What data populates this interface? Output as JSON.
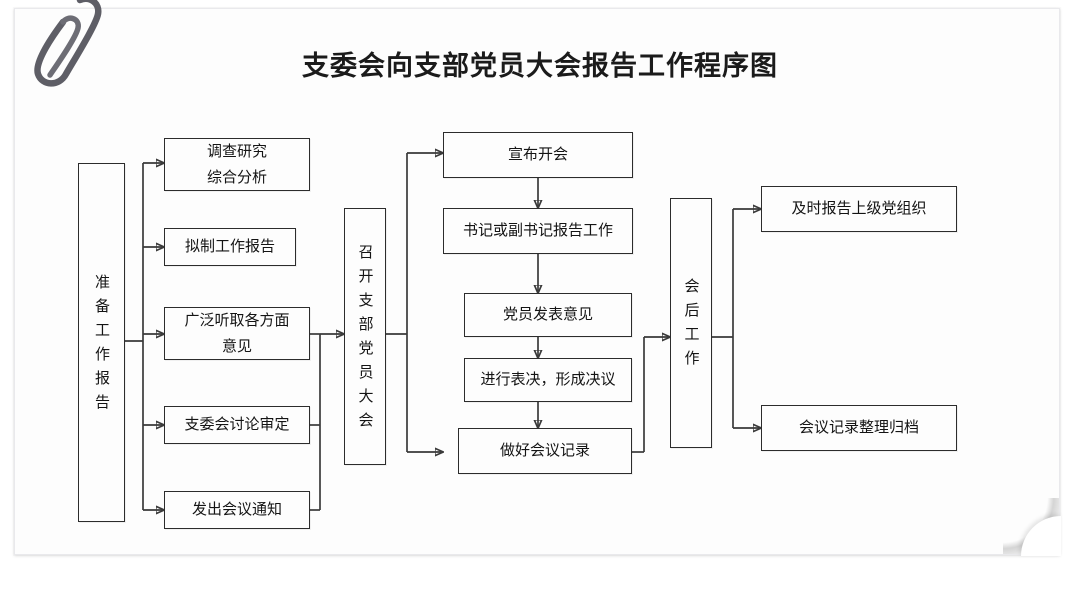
{
  "document": {
    "title": "支委会向支部党员大会报告工作程序图",
    "paperclip_icon": "paperclip-icon",
    "page_corner_icon": "page-curl-icon"
  },
  "colors": {
    "page_background": "#ffffff",
    "paper": "#fdfdfd",
    "node_border": "#2c2c2c",
    "connector": "#3a3a3a",
    "text": "#141414"
  },
  "chart_data": {
    "type": "diagram",
    "title": "支委会向支部党员大会报告工作程序图",
    "stages": [
      {
        "id": "prep",
        "label": "准备工作报告",
        "orientation": "vertical",
        "column": 1
      },
      {
        "id": "meeting",
        "label": "召开支部党员大会",
        "orientation": "vertical",
        "column": 3
      },
      {
        "id": "after",
        "label": "会后工作",
        "orientation": "vertical",
        "column": 5
      }
    ],
    "steps_prep": [
      {
        "id": "p1",
        "line1": "调查研究",
        "line2": "综合分析"
      },
      {
        "id": "p2",
        "line1": "拟制工作报告",
        "line2": ""
      },
      {
        "id": "p3",
        "line1": "广泛听取各方面",
        "line2": "意见"
      },
      {
        "id": "p4",
        "line1": "支委会讨论审定",
        "line2": ""
      },
      {
        "id": "p5",
        "line1": "发出会议通知",
        "line2": ""
      }
    ],
    "steps_meeting": [
      {
        "id": "m1",
        "label": "宣布开会"
      },
      {
        "id": "m2",
        "label": "书记或副书记报告工作"
      },
      {
        "id": "m3",
        "label": "党员发表意见"
      },
      {
        "id": "m4",
        "label": "进行表决，形成决议"
      },
      {
        "id": "m5",
        "label": "做好会议记录"
      }
    ],
    "steps_after": [
      {
        "id": "a1",
        "label": "及时报告上级党组织"
      },
      {
        "id": "a2",
        "label": "会议记录整理归档"
      }
    ],
    "edges": [
      {
        "from": "prep",
        "to": "p1",
        "arrow": true
      },
      {
        "from": "prep",
        "to": "p2",
        "arrow": true
      },
      {
        "from": "prep",
        "to": "p3",
        "arrow": true
      },
      {
        "from": "prep",
        "to": "p4",
        "arrow": true
      },
      {
        "from": "prep",
        "to": "p5",
        "arrow": true
      },
      {
        "from": "p3",
        "to": "meeting",
        "arrow": true
      },
      {
        "from": "p4",
        "to": "meeting",
        "arrow": true
      },
      {
        "from": "p5",
        "to": "meeting",
        "arrow": true
      },
      {
        "from": "meeting",
        "to": "m1",
        "arrow": true
      },
      {
        "from": "meeting",
        "to": "m5",
        "arrow": true
      },
      {
        "from": "m1",
        "to": "m2",
        "arrow": true
      },
      {
        "from": "m2",
        "to": "m3",
        "arrow": true
      },
      {
        "from": "m3",
        "to": "m4",
        "arrow": true
      },
      {
        "from": "m4",
        "to": "m5",
        "arrow": true
      },
      {
        "from": "m5",
        "to": "after",
        "arrow": true
      },
      {
        "from": "after",
        "to": "a1",
        "arrow": true
      },
      {
        "from": "after",
        "to": "a2",
        "arrow": true
      }
    ]
  }
}
